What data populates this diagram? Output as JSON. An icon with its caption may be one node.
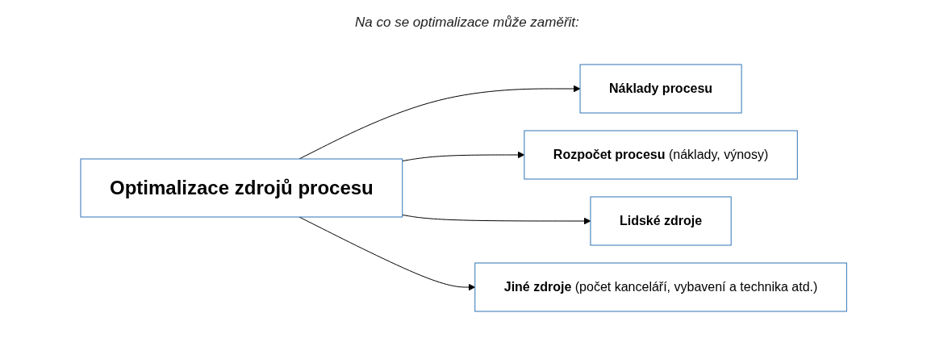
{
  "diagram": {
    "nodes": [
      {
        "text": [
          "Optimalizace zdrojů procesu"
        ]
      },
      {
        "text": [
          "Náklady procesu"
        ]
      },
      {
        "text": [
          "**Rozpočet procesu** (náklady, výnosy)"
        ]
      },
      {
        "text": [
          "Lidské zdroje"
        ]
      },
      {
        "text": [
          "**Jiné zdroje** (počet kanceláří, vybavení a technika atd.)"
        ]
      }
    ],
    "edges": [
      {
        "from": 0,
        "to": 1,
        "arrow": "to"
      },
      {
        "from": 0,
        "to": 2,
        "arrow": "to"
      },
      {
        "from": 0,
        "to": 3,
        "arrow": "to"
      },
      {
        "from": 0,
        "to": 4,
        "arrow": "to"
      }
    ],
    "labels": [
      "Na co se optimalizace může zaměřit:"
    ]
  }
}
